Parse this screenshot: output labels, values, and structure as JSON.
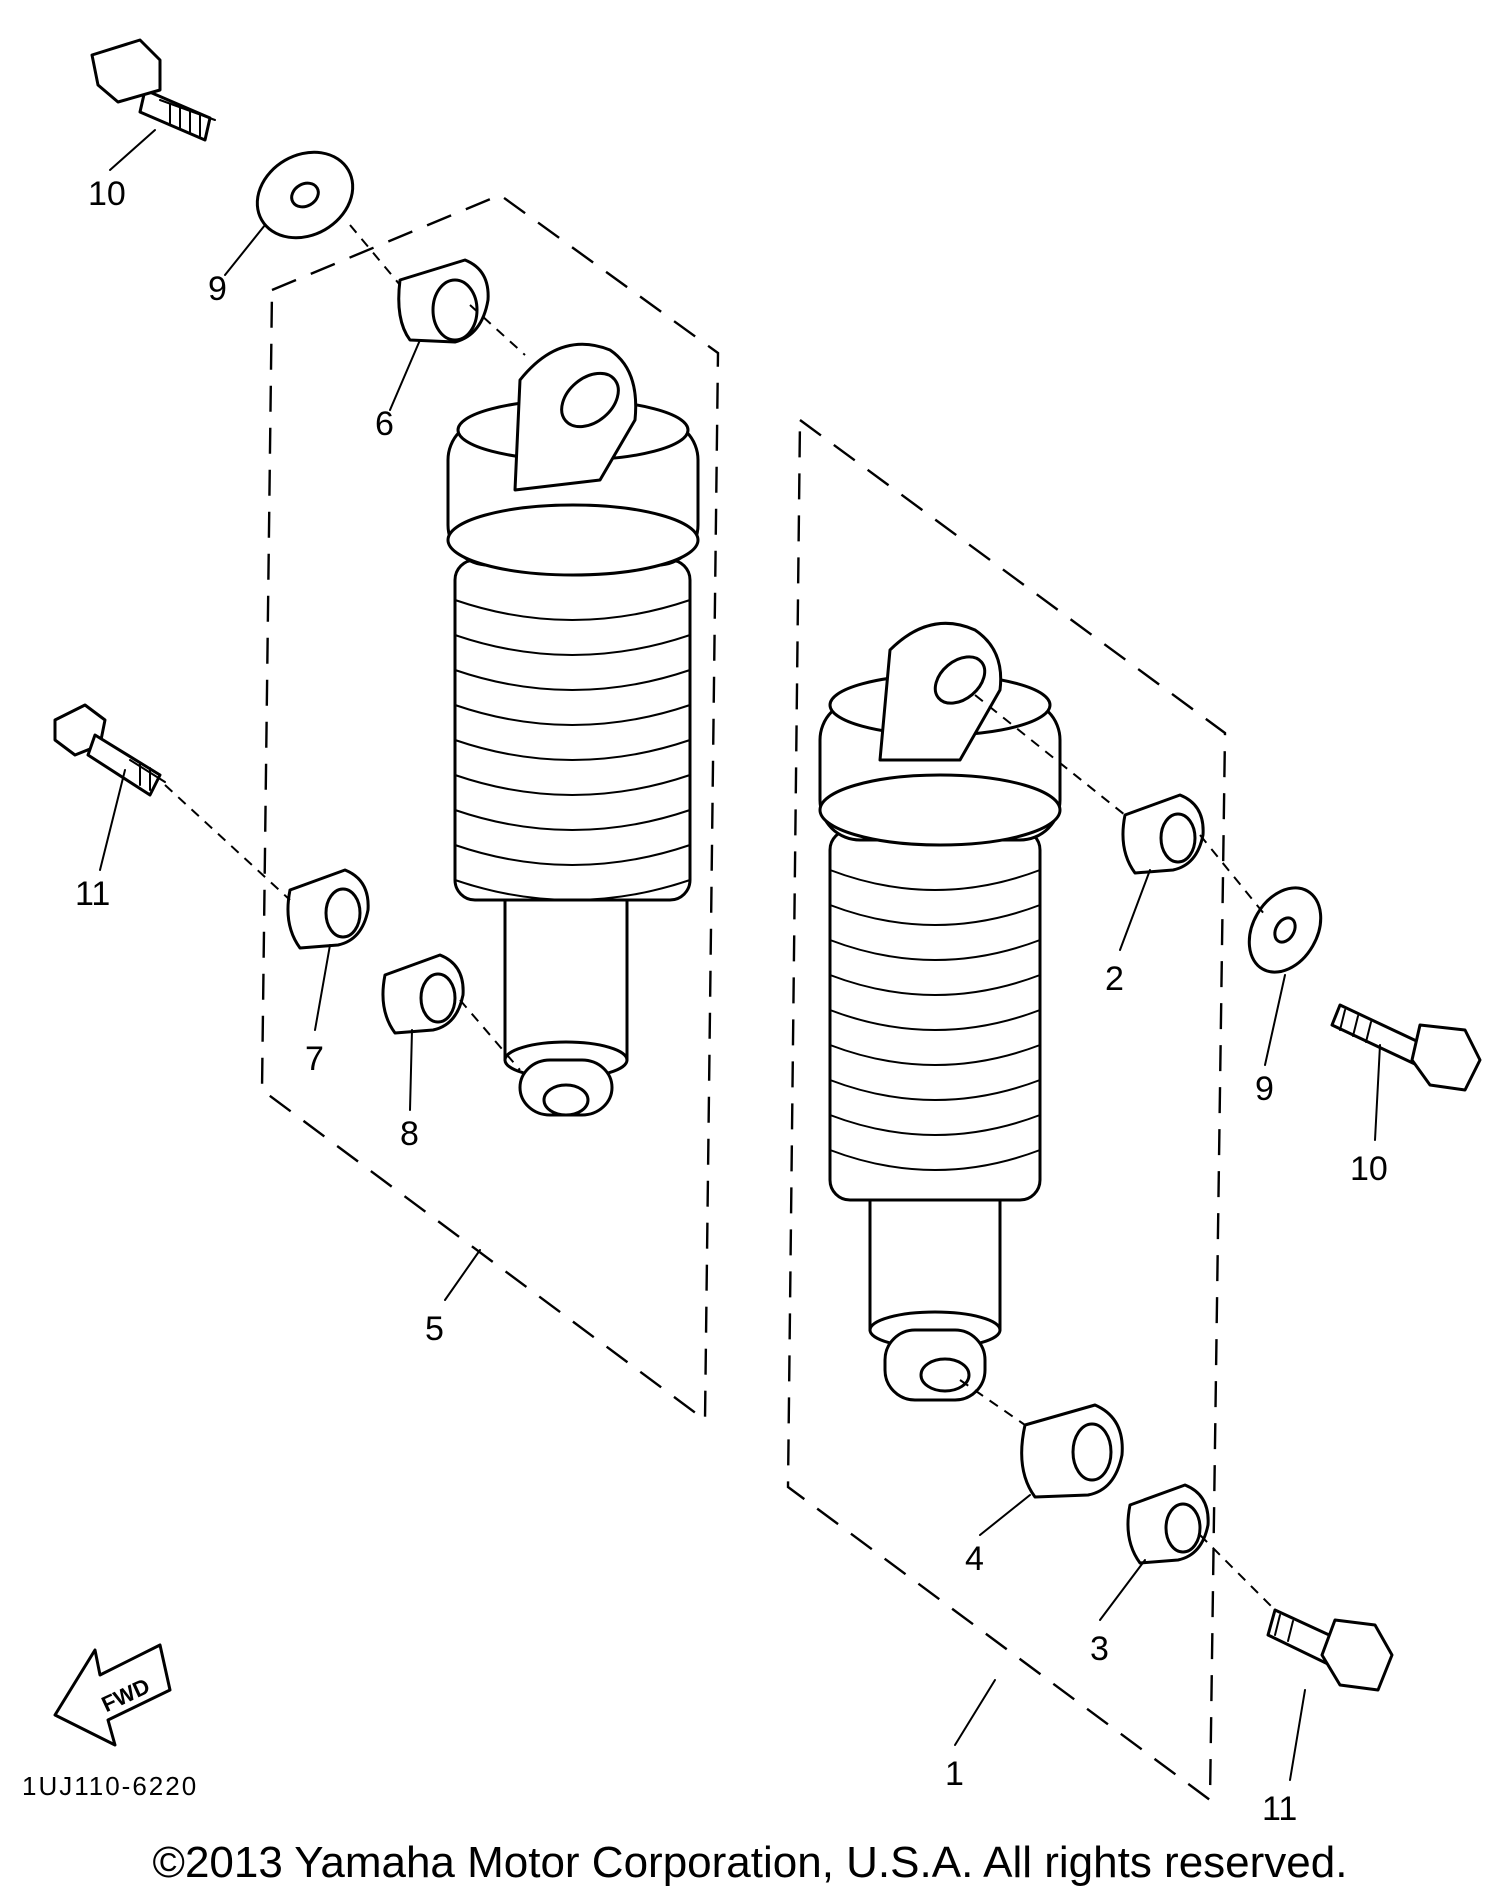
{
  "diagram": {
    "callouts": {
      "c1": "1",
      "c2": "2",
      "c3": "3",
      "c4": "4",
      "c5": "5",
      "c6": "6",
      "c7": "7",
      "c8": "8",
      "c9a": "9",
      "c9b": "9",
      "c10a": "10",
      "c10b": "10",
      "c11a": "11",
      "c11b": "11"
    },
    "fwd_label": "FWD",
    "part_code": "1UJ110-6220"
  },
  "footer": {
    "copyright": "©2013 Yamaha Motor Corporation, U.S.A. All rights reserved."
  }
}
